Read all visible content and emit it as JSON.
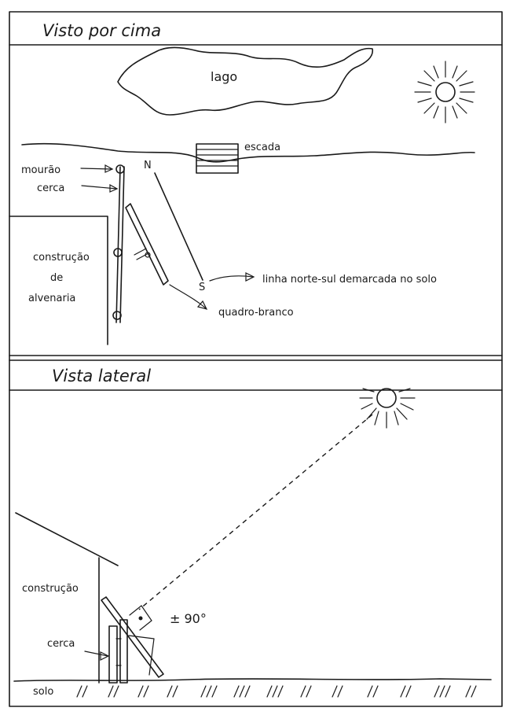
{
  "top_view": {
    "title": "Visto por cima",
    "labels": {
      "lake": "lago",
      "stairs": "escada",
      "post": "mourão",
      "fence": "cerca",
      "building_line1": "construção",
      "building_line2": "de",
      "building_line3": "alvenaria",
      "north": "N",
      "south": "S",
      "ns_line": "linha norte-sul demarcada no solo",
      "whiteboard": "quadro-branco"
    }
  },
  "side_view": {
    "title": "Vista lateral",
    "labels": {
      "building": "construção",
      "fence": "cerca",
      "ground": "solo",
      "angle": "± 90°"
    }
  }
}
